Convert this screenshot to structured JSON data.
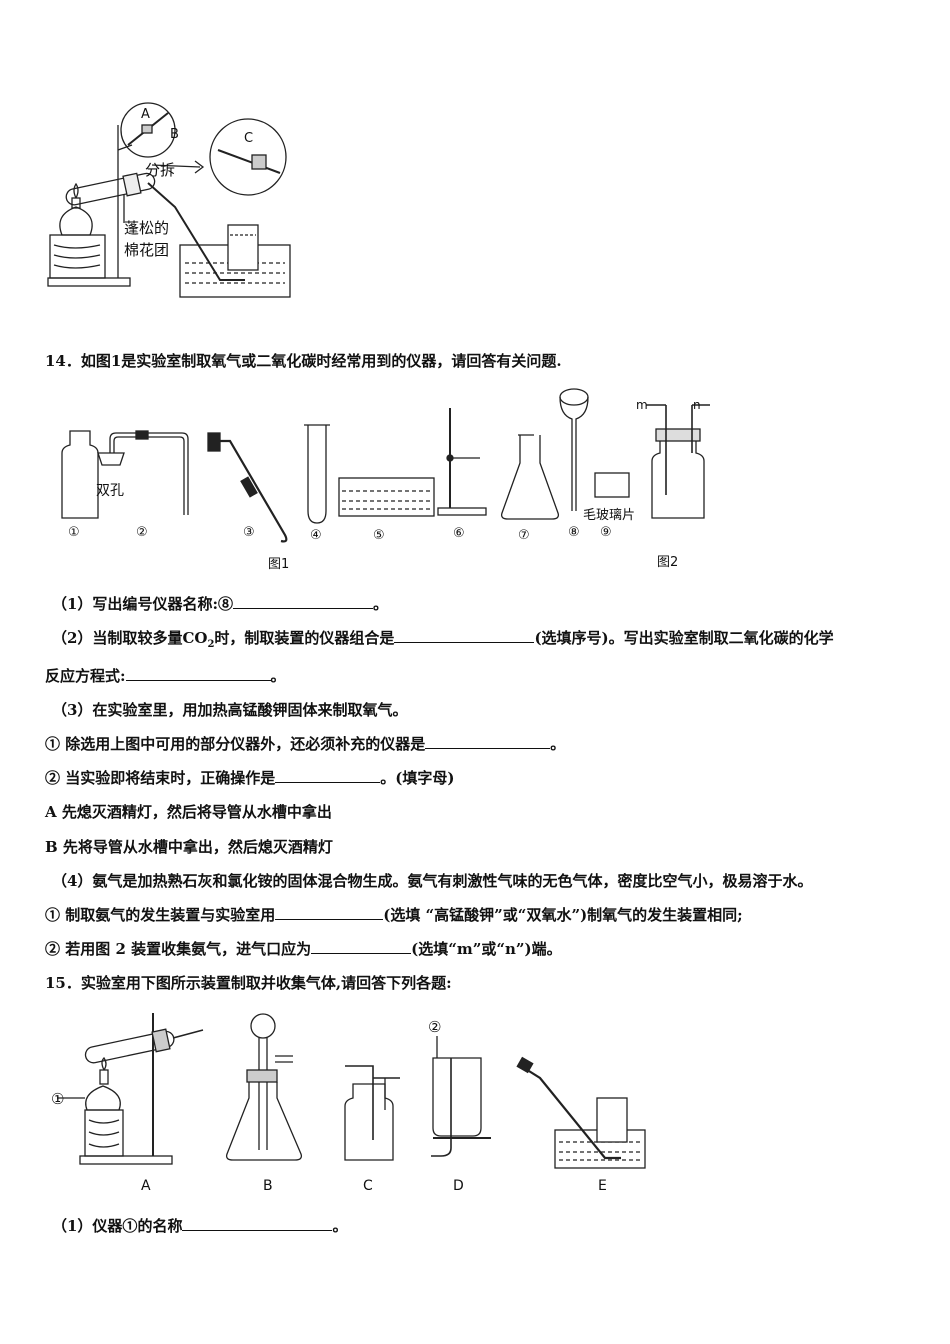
{
  "fig_top": {
    "labels": [
      "A",
      "B",
      "C",
      "分拆",
      "蓬松的",
      "棉花团"
    ]
  },
  "q14": {
    "stem": "14．如图1是实验室制取氧气或二氧化碳时经常用到的仪器，请回答有关问题.",
    "fig1_caption": "图1",
    "fig2_caption": "图2",
    "apparatus_numbers": [
      "①",
      "②",
      "③",
      "④",
      "⑤",
      "⑥",
      "⑦",
      "⑧",
      "⑨"
    ],
    "double_hole_label": "双孔",
    "glass_plate_label": "毛玻璃片",
    "port_m": "m",
    "port_n": "n",
    "p1_pre": "（1）写出编号仪器名称:⑧",
    "p1_post": "。",
    "p2_pre": "（2）当制取较多量CO",
    "p2_sub": "2",
    "p2_mid": "时，制取装置的仪器组合是",
    "p2_post": "(选填序号)。写出实验室制取二氧化碳的化学",
    "p2b_pre": "反应方程式:",
    "p2b_post": "。",
    "p3": "（3）在实验室里，用加热高锰酸钾固体来制取氧气。",
    "p3a_pre": "① 除选用上图中可用的部分仪器外，还必须补充的仪器是",
    "p3a_post": "。",
    "p3b_pre": "② 当实验即将结束时，正确操作是",
    "p3b_post": "。(填字母)",
    "optA": "A 先熄灭酒精灯，然后将导管从水槽中拿出",
    "optB": "B 先将导管从水槽中拿出，然后熄灭酒精灯",
    "p4": "（4）氨气是加热熟石灰和氯化铵的固体混合物生成。氨气有刺激性气味的无色气体，密度比空气小，极易溶于水。",
    "p4a_pre": "① 制取氨气的发生装置与实验室用",
    "p4a_post": "(选填 “高锰酸钾”或“双氧水”)制氧气的发生装置相同;",
    "p4b_pre": "② 若用图 2 装置收集氨气，进气口应为",
    "p4b_post": "(选填“m”或“n”)端。"
  },
  "q15": {
    "stem": "15．实验室用下图所示装置制取并收集气体,请回答下列各题:",
    "labels": [
      "A",
      "B",
      "C",
      "D",
      "E"
    ],
    "marker1": "①",
    "marker2": "②",
    "p1_pre": "（1）仪器①的名称",
    "p1_post": "。"
  }
}
